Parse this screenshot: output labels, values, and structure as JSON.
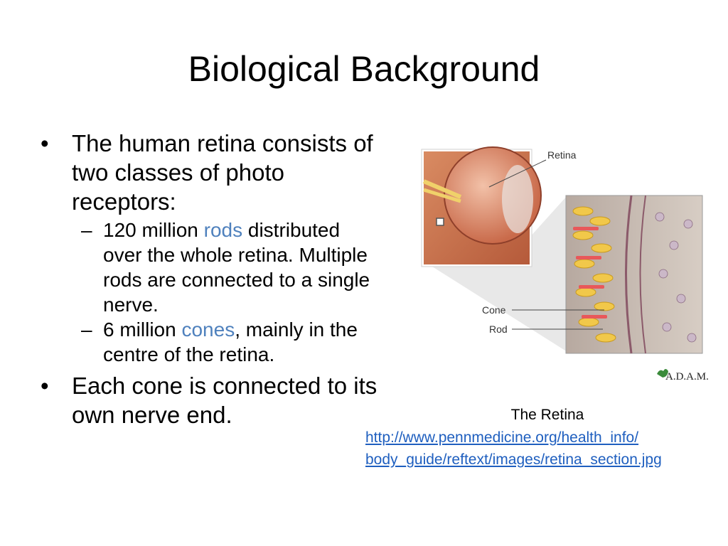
{
  "slide": {
    "title": "Biological Background"
  },
  "bullets": {
    "b1": "The human retina consists of two classes of photo receptors:",
    "sub1": {
      "pre": "120 million ",
      "highlight": "rods",
      "post": " distributed over the whole retina. Multiple rods are connected to a single nerve."
    },
    "sub2": {
      "pre": "6 million ",
      "highlight": "cones",
      "post": ", mainly in the centre of the retina."
    },
    "b2": "Each cone is connected to its own nerve end.",
    "bullet_symbol": "•",
    "dash_symbol": "–"
  },
  "figure": {
    "label_retina": "Retina",
    "label_cone": "Cone",
    "label_rod": "Rod",
    "logo": "A.D.A.M.",
    "caption": "The Retina",
    "link_line1": "http://www.pennmedicine.org/health_info/",
    "link_line2": "body_guide/reftext/images/retina_section.jpg"
  },
  "colors": {
    "accent": "#4f81bd",
    "link": "#1f5fbf"
  }
}
